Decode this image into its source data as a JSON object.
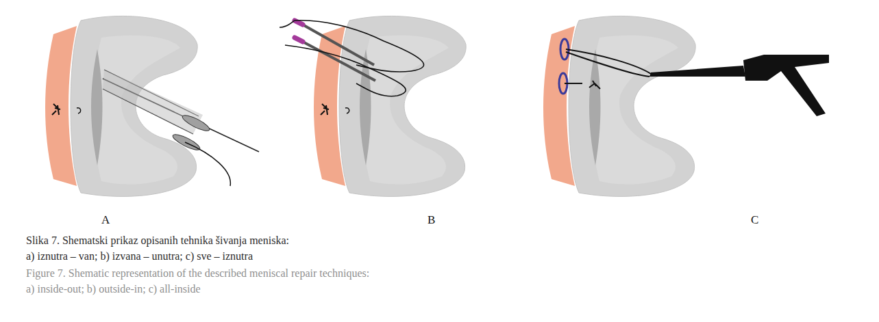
{
  "diagram": {
    "labels": [
      "A",
      "B",
      "C",
      "Slika 7. Shematski prikaz opisanih tehnika šivanja meniska:",
      "a) iznutra – van; b) izvana – unutra; c) sve – iznutra",
      "Figure 7. Shematic representation of the described meniscal repair techniques:",
      "a) inside-out; b) outside-in; c) all-inside"
    ]
  }
}
